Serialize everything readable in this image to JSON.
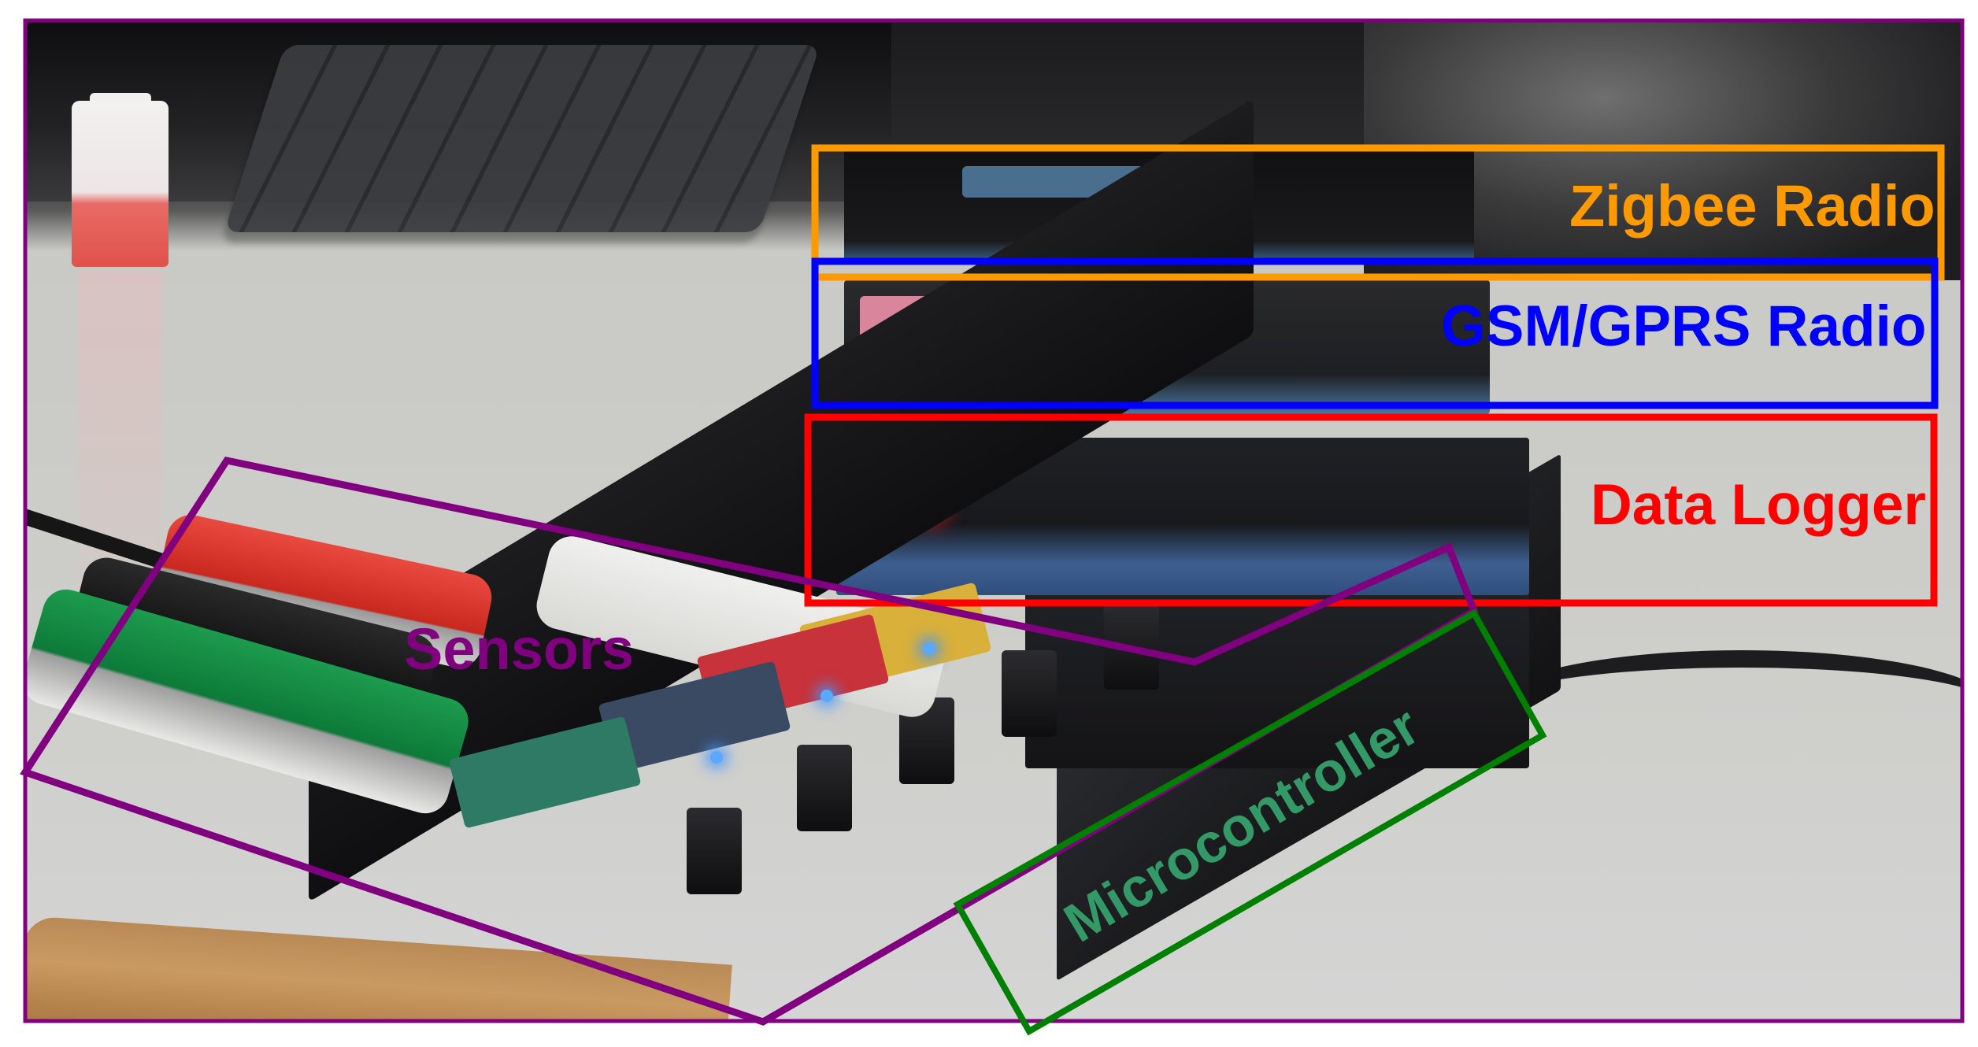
{
  "figure": {
    "frame_color": "#800080",
    "annotations": [
      {
        "id": "zigbee",
        "label": "Zigbee Radio",
        "color": "#FF9900",
        "shape": "rectangle"
      },
      {
        "id": "gsm",
        "label": "GSM/GPRS Radio",
        "color": "#0000FF",
        "shape": "rectangle"
      },
      {
        "id": "logger",
        "label": "Data Logger",
        "color": "#FF0000",
        "shape": "rectangle"
      },
      {
        "id": "sensors",
        "label": "Sensors",
        "color": "#800080",
        "shape": "polygon"
      },
      {
        "id": "mcu",
        "label": "Microcontroller",
        "color": "#008000",
        "text_color": "#339966",
        "shape": "rotated-rectangle"
      }
    ]
  }
}
